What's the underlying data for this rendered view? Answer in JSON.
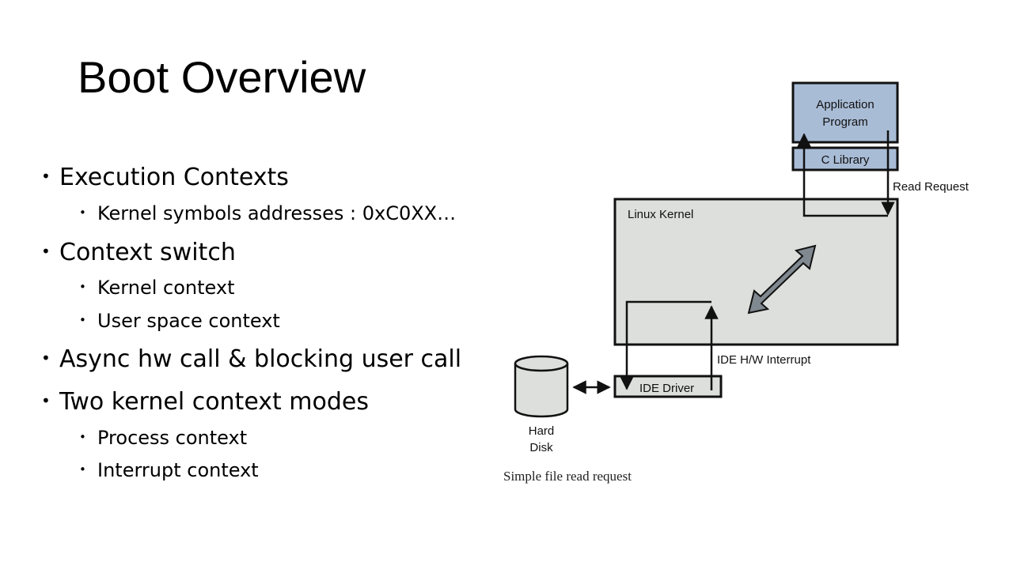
{
  "slide": {
    "title": "Boot Overview"
  },
  "bullets": [
    {
      "level": 1,
      "text": "Execution Contexts"
    },
    {
      "level": 2,
      "text": "Kernel symbols addresses : 0xC0XX…"
    },
    {
      "level": 1,
      "text": "Context switch"
    },
    {
      "level": 2,
      "text": "Kernel context"
    },
    {
      "level": 2,
      "text": "User space context"
    },
    {
      "level": 1,
      "text": "Async hw call & blocking user call"
    },
    {
      "level": 1,
      "text": "Two kernel context modes"
    },
    {
      "level": 2,
      "text": "Process context"
    },
    {
      "level": 2,
      "text": "Interrupt context"
    }
  ],
  "diagram": {
    "app_program_line1": "Application",
    "app_program_line2": "Program",
    "c_library": "C Library",
    "read_request": "Read Request",
    "linux_kernel": "Linux Kernel",
    "ide_interrupt": "IDE H/W Interrupt",
    "ide_driver": "IDE Driver",
    "hard_disk_line1": "Hard",
    "hard_disk_line2": "Disk",
    "caption": "Simple file read request",
    "colors": {
      "app_fill": "#a9bcd6",
      "kernel_fill": "#dcdfdb",
      "arrow_fill": "#808890",
      "stroke": "#111111"
    }
  }
}
